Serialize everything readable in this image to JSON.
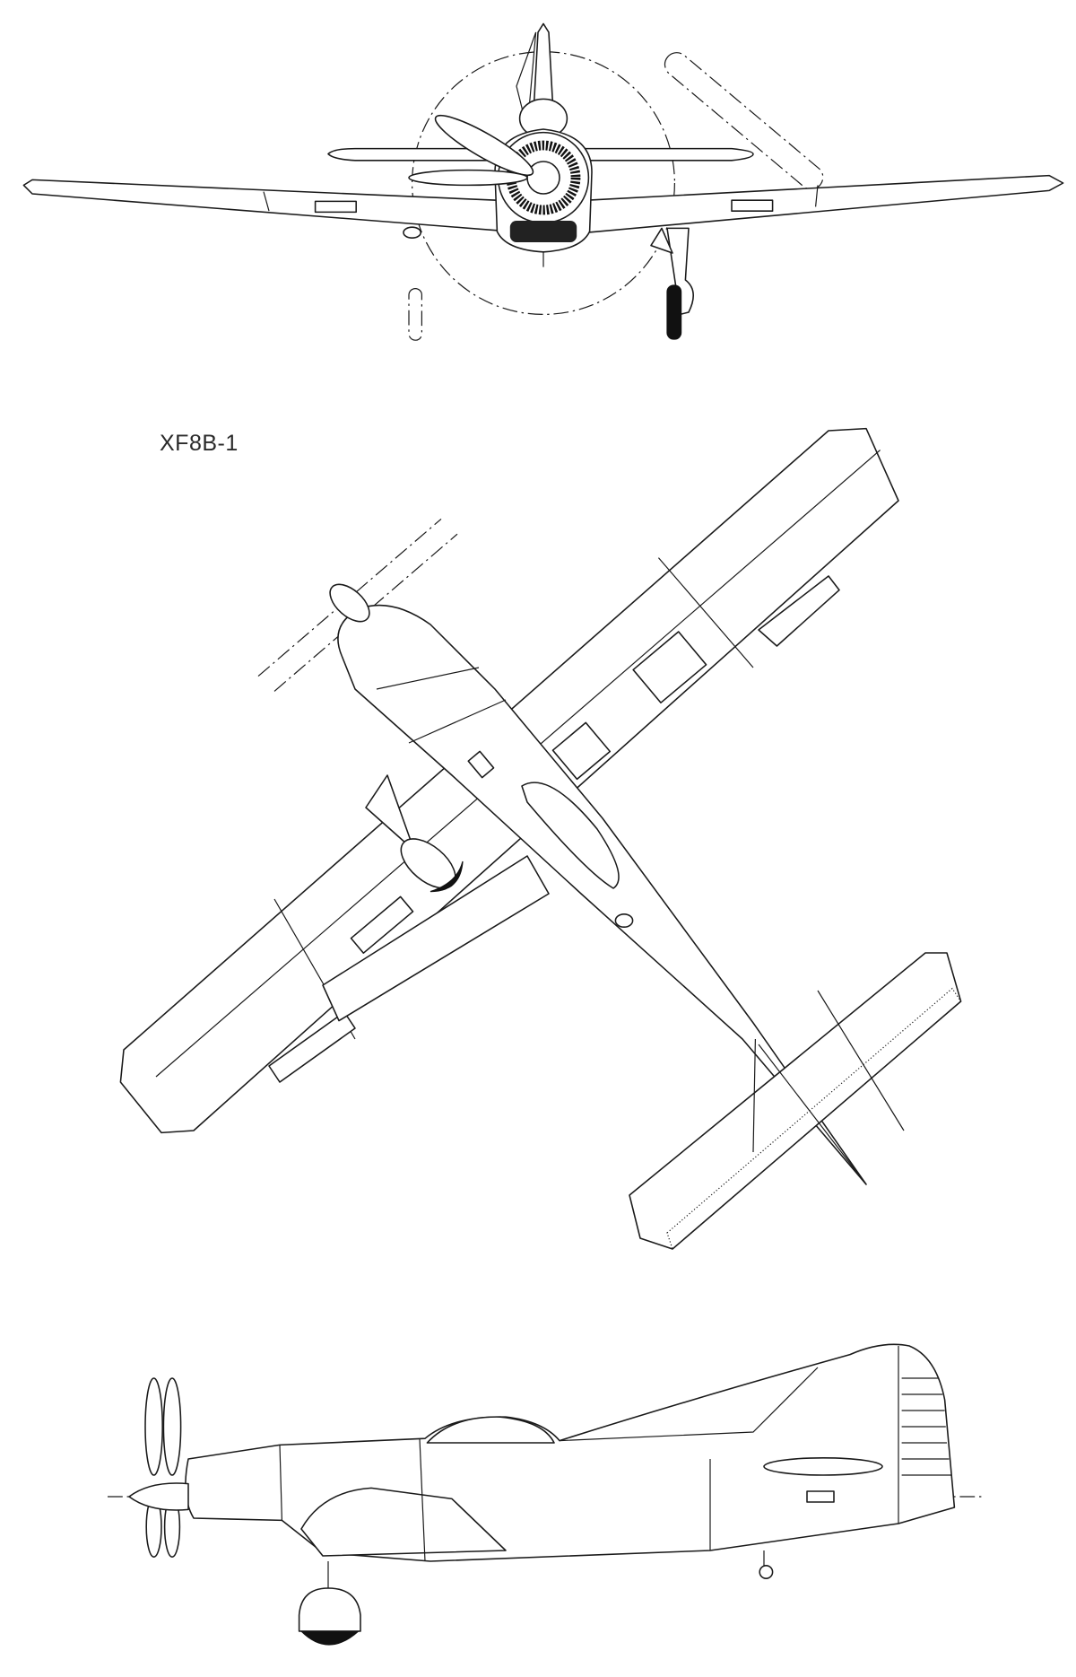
{
  "drawing": {
    "designation": "XF8B-1",
    "views": [
      "front-view",
      "top-view",
      "side-view"
    ],
    "line_color": "#1a1a1a",
    "background": "#ffffff"
  }
}
